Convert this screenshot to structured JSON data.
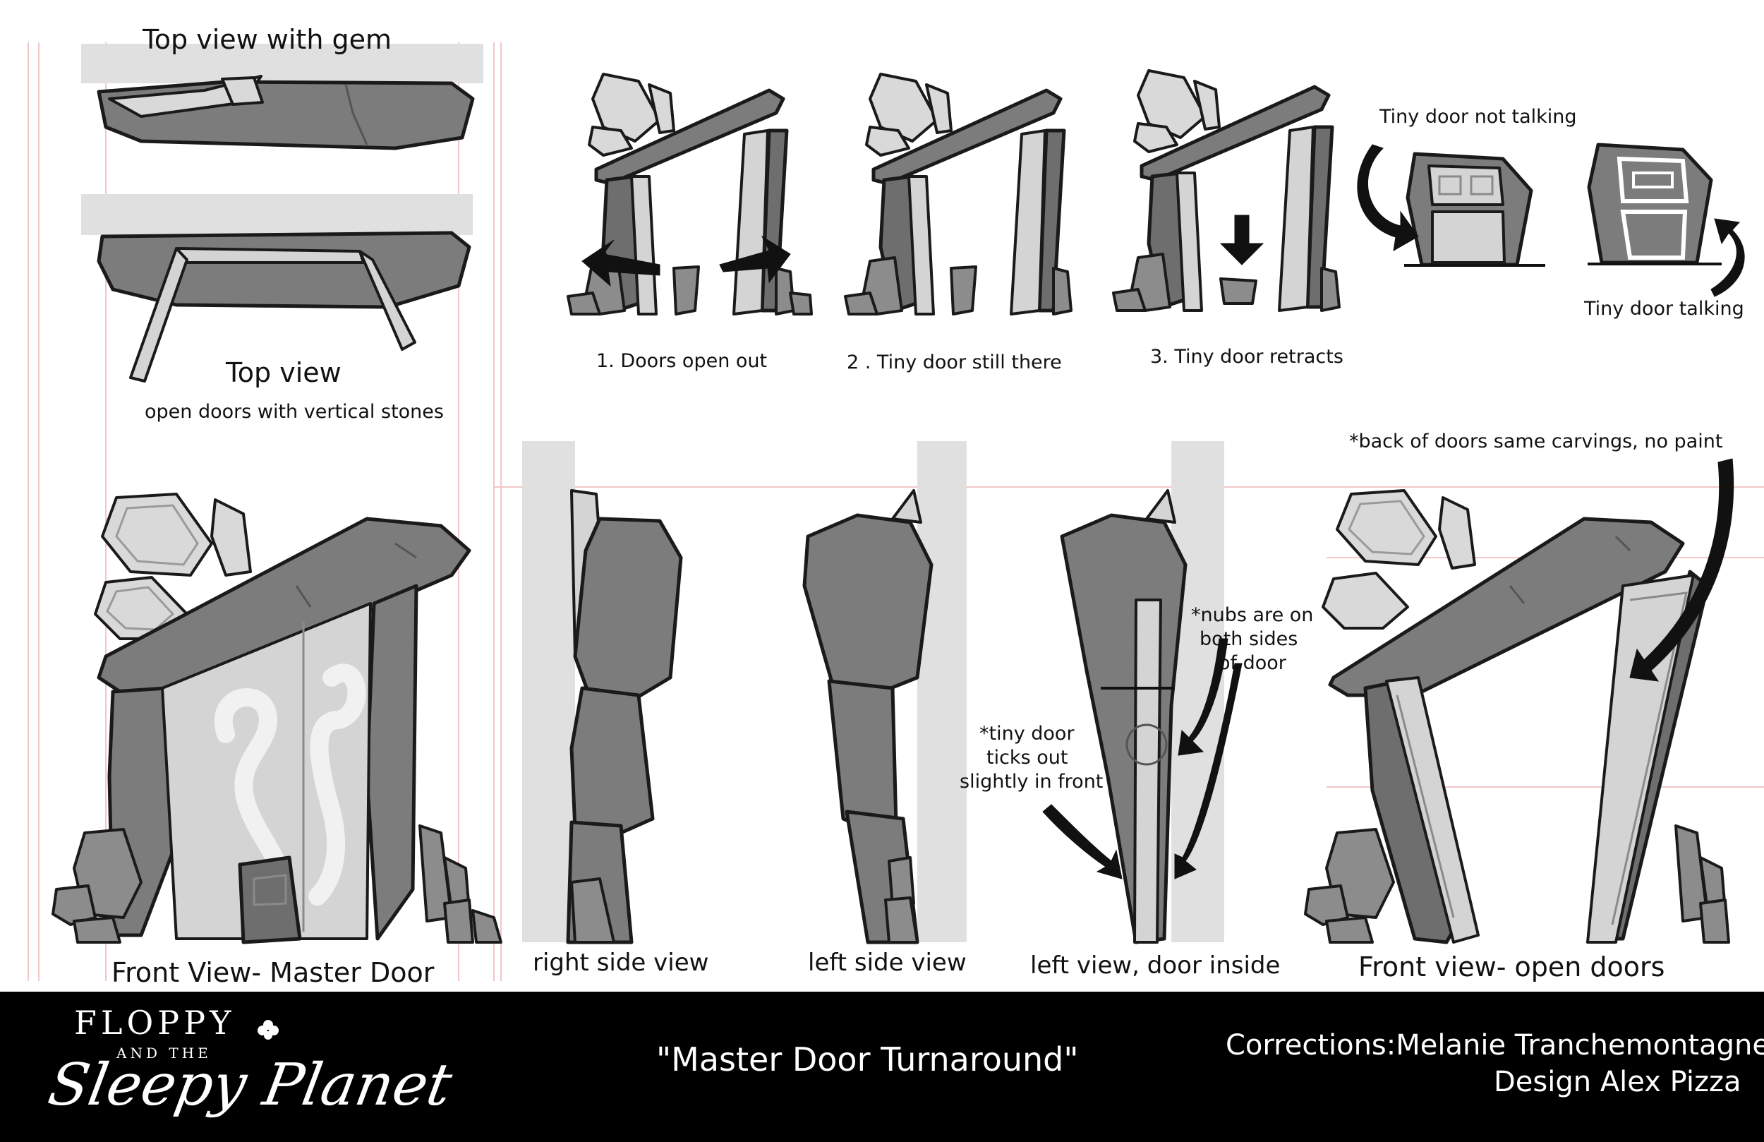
{
  "labels": {
    "top_view_gem": "Top view with gem",
    "top_view": "Top view",
    "top_view_sub": "open doors with vertical stones",
    "step1": "1. Doors open out",
    "step2": "2 . Tiny door still there",
    "step3": "3. Tiny door retracts",
    "tiny_not_talking": "Tiny door not talking",
    "tiny_talking": "Tiny door talking",
    "front_master": "Front View- Master Door",
    "right_side": "right side view",
    "left_side": "left side view",
    "left_inside": "left view, door inside",
    "front_open": "Front view- open doors",
    "back_note": "*back of doors same carvings, no paint",
    "nubs_note_1": "*nubs are on",
    "nubs_note_2": "both sides",
    "nubs_note_3": "of door",
    "tiny_note_1": "*tiny door",
    "tiny_note_2": "ticks out",
    "tiny_note_3": "slightly in front"
  },
  "footer": {
    "logo_line1": "FLOPPY",
    "logo_line2": "AND THE",
    "logo_line3": "Sleepy Planet",
    "title": "\"Master Door Turnaround\"",
    "corrections": "Corrections:Melanie Tranchemontagne",
    "design": "Design Alex Pizza"
  },
  "colors": {
    "stone": "#7c7c7c",
    "gem": "#d9d9d9",
    "guide": "#e0e0e0",
    "footer_bg": "#000000"
  }
}
